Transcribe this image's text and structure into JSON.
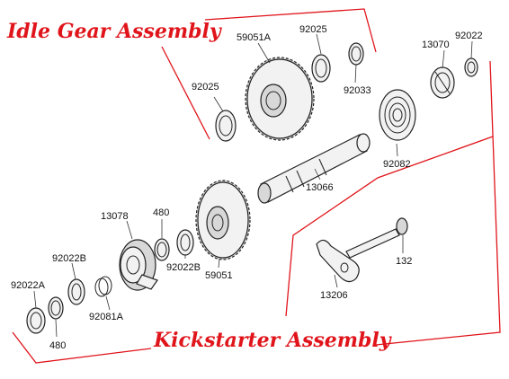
{
  "titles": {
    "idle": "Idle Gear Assembly",
    "kick": "Kickstarter Assembly",
    "color": "#e0151b"
  },
  "parts": {
    "p59051a": "59051A",
    "p92025_top": "92025",
    "p92025_left": "92025",
    "p92033": "92033",
    "p13070": "13070",
    "p92022_top": "92022",
    "p92082": "92082",
    "p13066": "13066",
    "p13078": "13078",
    "p480_mid": "480",
    "p92022b_left": "92022B",
    "p92022b_mid": "92022B",
    "p59051": "59051",
    "p92081a": "92081A",
    "p92022a": "92022A",
    "p480_bottom": "480",
    "p132": "132",
    "p13206": "13206"
  }
}
